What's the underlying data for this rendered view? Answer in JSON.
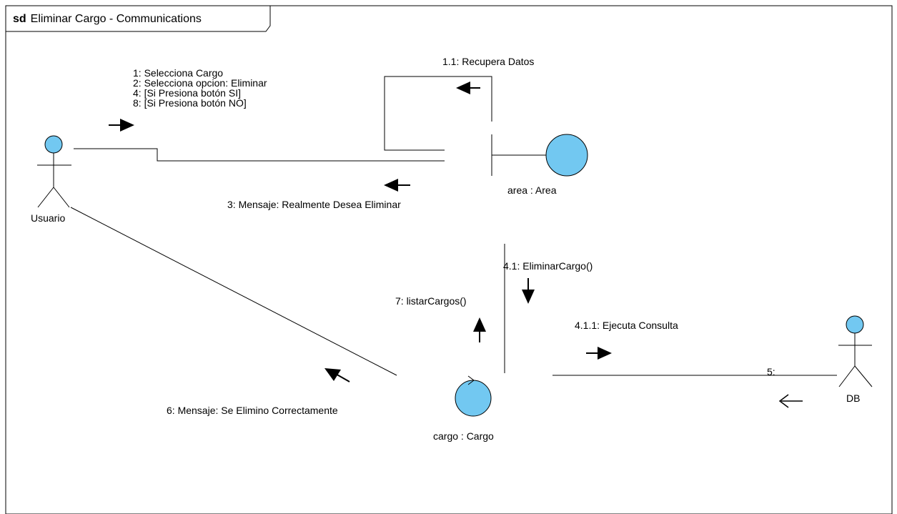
{
  "frame": {
    "keyword": "sd",
    "title": "Eliminar Cargo - Communications"
  },
  "actors": {
    "usuario": "Usuario",
    "db": "DB"
  },
  "objects": {
    "area": "area : Area",
    "cargo": "cargo : Cargo"
  },
  "messages": {
    "usuario_area": [
      "1: Selecciona Cargo",
      "2: Selecciona opcion: Eliminar",
      "4: [Si Presiona botón  SI]",
      "8: [Si Presiona botón NO]"
    ],
    "self_area": "1.1: Recupera Datos",
    "area_usuario": "3: Mensaje: Realmente Desea Eliminar",
    "area_cargo": "4.1: EliminarCargo()",
    "cargo_area": "7: listarCargos()",
    "cargo_db": "4.1.1: Ejecuta Consulta",
    "db_cargo": "5:",
    "cargo_usuario": "6: Mensaje: Se Elimino Correctamente"
  },
  "colors": {
    "fill": "#72C8F1",
    "stroke": "#000000"
  }
}
